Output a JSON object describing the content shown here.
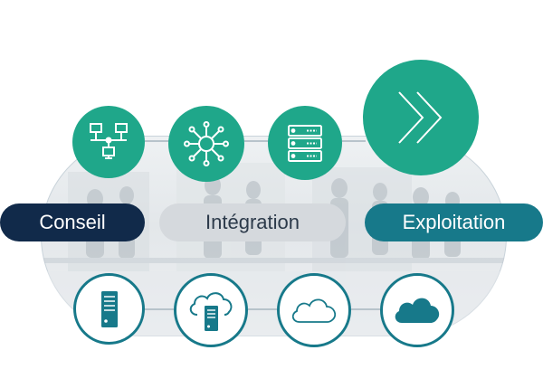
{
  "labels": {
    "conseil": "Conseil",
    "integration": "Intégration",
    "exploitation": "Exploitation"
  },
  "colors": {
    "teal_green": "#1fa78a",
    "navy": "#112a4a",
    "grey": "#d5d9dd",
    "petrol": "#17798a",
    "text_dark": "#2c3a4a"
  },
  "icons": {
    "top": [
      "network-topology-icon",
      "hub-network-icon",
      "server-rack-icon",
      "double-chevron-right-icon"
    ],
    "bottom": [
      "server-tower-icon",
      "cloud-server-icon",
      "cloud-outline-icon",
      "cloud-filled-icon"
    ]
  }
}
